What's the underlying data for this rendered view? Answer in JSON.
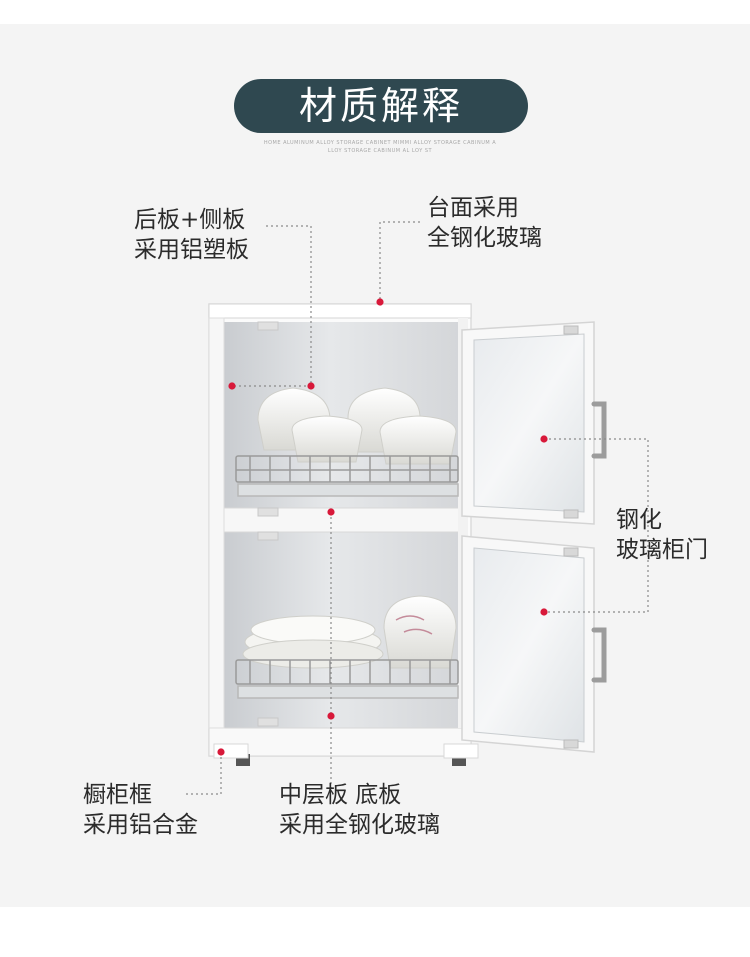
{
  "header": {
    "title": "材质解释",
    "subtitle_line1": "HOME ALUMINUM ALLOY STORAGE CABINET  MIMMI ALLOY STORAGE CABINUM A",
    "subtitle_line2": "LLOY STORAGE CABINUM  AL LOY ST"
  },
  "callouts": {
    "back_side": {
      "line1": "后板+侧板",
      "line2": "采用铝塑板"
    },
    "top": {
      "line1": "台面采用",
      "line2": "全钢化玻璃"
    },
    "door": {
      "line1": "钢化",
      "line2": "玻璃柜门"
    },
    "frame": {
      "line1": "橱柜框",
      "line2": "采用铝合金"
    },
    "shelf": {
      "line1": "中层板 底板",
      "line2": "采用全钢化玻璃"
    }
  },
  "colors": {
    "panel_bg": "#f4f4f4",
    "pill_bg": "#2f4850",
    "marker_red": "#d8193a",
    "text_dark": "#2b2b2b",
    "leader_line": "#8a8a8a"
  }
}
